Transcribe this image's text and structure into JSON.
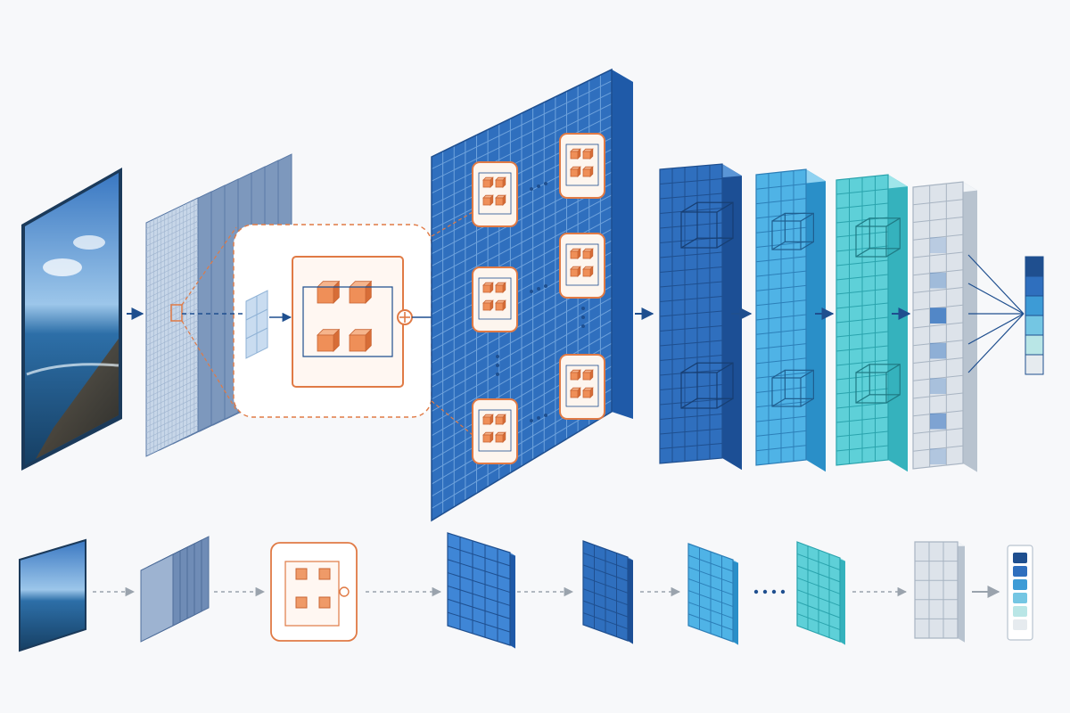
{
  "diagram": {
    "type": "cnn-residual-architecture",
    "colors": {
      "background": "#f7f8fa",
      "feature_dark_blue": "#2f6fbe",
      "feature_mid_blue": "#3f86d6",
      "feature_sky_blue": "#4fb3e6",
      "feature_cyan": "#5ed0d8",
      "output_gray": "#dde3ea",
      "residual_orange": "#e07a45",
      "arrow_navy": "#1f4f8f",
      "connector_gray": "#9aa3ad"
    },
    "main_flow": [
      {
        "id": "input-image",
        "icon": "ocean-photo-icon"
      },
      {
        "id": "feature-maps-stack",
        "icon": "stacked-layers-icon"
      },
      {
        "id": "residual-block",
        "icon": "residual-block-icon"
      },
      {
        "id": "large-feature-grid",
        "icon": "grid-of-residual-units-icon"
      },
      {
        "id": "conv-layer-1",
        "icon": "dark-blue-grid-icon"
      },
      {
        "id": "conv-layer-2",
        "icon": "sky-blue-grid-icon"
      },
      {
        "id": "conv-layer-3",
        "icon": "cyan-grid-icon"
      },
      {
        "id": "fully-connected",
        "icon": "gray-grid-icon"
      },
      {
        "id": "output-vector",
        "icon": "color-bar-icon"
      }
    ],
    "summary_flow": [
      "image-thumb",
      "stack-thumb",
      "residual-thumb",
      "grid-thumb",
      "dark-grid-thumb",
      "sky-grid-thumb",
      "ellipsis",
      "cyan-grid-thumb",
      "gray-grid-thumb",
      "output-thumb"
    ],
    "output_vector_levels": [
      "#1f4f8f",
      "#2f6fbe",
      "#3d9bd6",
      "#74c6e3",
      "#b9e6e6",
      "#e6ebef"
    ],
    "fc_highlight_levels": [
      0.2,
      0.35,
      0.8,
      0.45,
      0.3,
      0.55,
      0.25
    ]
  }
}
